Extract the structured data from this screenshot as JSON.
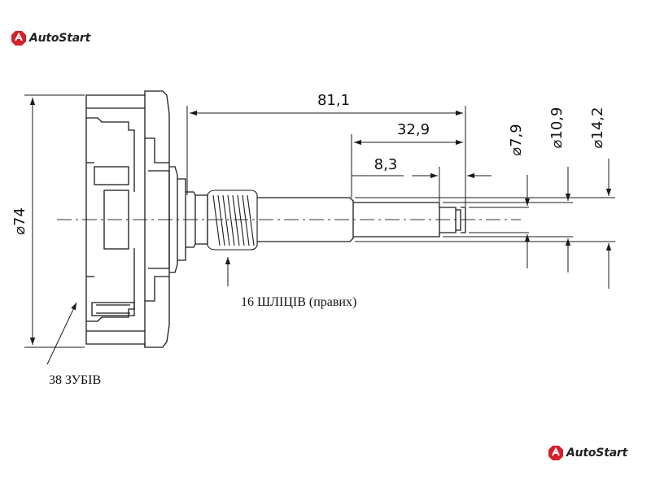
{
  "brand": {
    "name": "AutoStart",
    "accent": "#d3202a"
  },
  "dimensions": {
    "overall_diameter": "74",
    "shaft_length": "81,1",
    "spline_section_length": "32,9",
    "tip_length": "8,3",
    "tip_diameter": "7,9",
    "spline_diameter": "10,9",
    "shaft_diameter": "14,2",
    "diameter_symbol": "⌀"
  },
  "notes": {
    "gear_teeth": "38 ЗУБІВ",
    "shaft_splines": "16 ШЛІЦІВ (правих)"
  },
  "colors": {
    "line": "#1a1a1a",
    "drawing_bg": "#ffffff"
  }
}
